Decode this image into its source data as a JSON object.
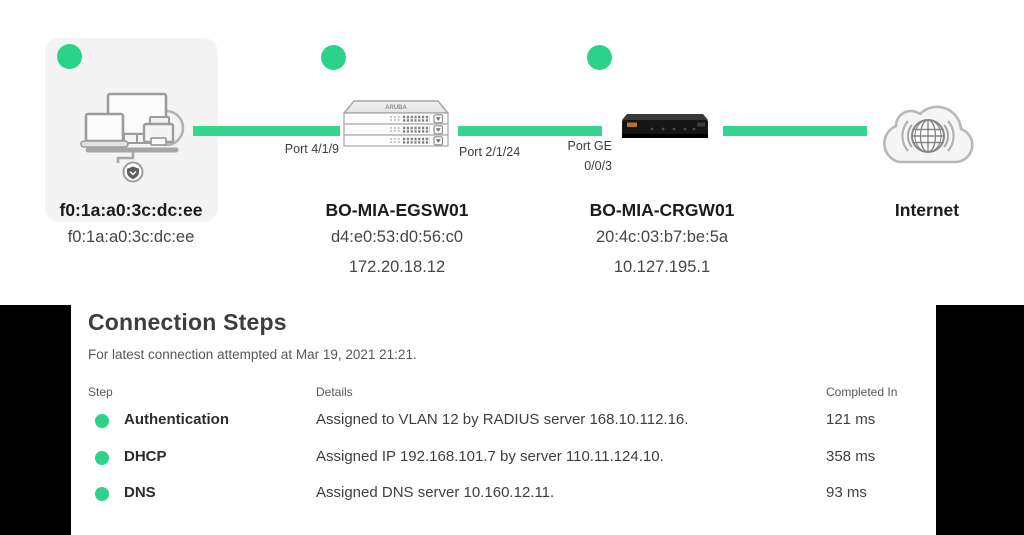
{
  "colors": {
    "accent_green": "#2bd389",
    "link_green": "#35d68f",
    "side_bars": "#000000"
  },
  "icons": {
    "client": "multi-device-client-icon",
    "switch": "stacked-switch-icon",
    "gateway": "gateway-appliance-icon",
    "internet": "cloud-globe-icon",
    "status": "status-dot"
  },
  "diagram": {
    "client": {
      "label": "f0:1a:a0:3c:dc:ee",
      "mac": "f0:1a:a0:3c:dc:ee"
    },
    "switch": {
      "label": "BO-MIA-EGSW01",
      "mac": "d4:e0:53:d0:56:c0",
      "ip": "172.20.18.12",
      "port_in": "Port 4/1/9",
      "port_out": "Port 2/1/24"
    },
    "gateway": {
      "label": "BO-MIA-CRGW01",
      "mac": "20:4c:03:b7:be:5a",
      "ip": "10.127.195.1",
      "port_in_line1": "Port GE",
      "port_in_line2": "0/0/3"
    },
    "internet": {
      "label": "Internet"
    }
  },
  "steps": {
    "title": "Connection Steps",
    "subtitle": "For latest connection attempted at Mar 19, 2021 21:21.",
    "columns": {
      "step": "Step",
      "details": "Details",
      "completed": "Completed In"
    },
    "rows": [
      {
        "step": "Authentication",
        "details": "Assigned to VLAN 12 by RADIUS server 168.10.112.16.",
        "completed": "121 ms"
      },
      {
        "step": "DHCP",
        "details": "Assigned IP 192.168.101.7 by server 110.11.124.10.",
        "completed": "358 ms"
      },
      {
        "step": "DNS",
        "details": "Assigned DNS server 10.160.12.11.",
        "completed": "93 ms"
      }
    ]
  }
}
